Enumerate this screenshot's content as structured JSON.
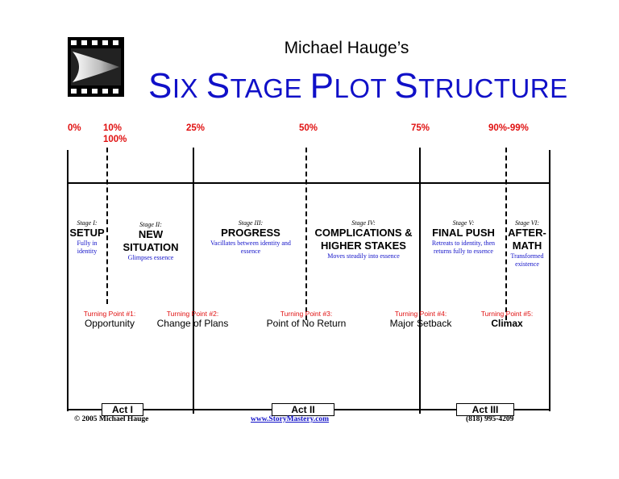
{
  "header": {
    "author": "Michael Hauge’s",
    "title_parts": [
      {
        "cap": "S",
        "rest": "IX "
      },
      {
        "cap": "S",
        "rest": "TAGE "
      },
      {
        "cap": "P",
        "rest": "LOT "
      },
      {
        "cap": "S",
        "rest": "TRUCTURE"
      }
    ]
  },
  "percents": [
    "0%",
    "10%",
    "100%",
    "25%",
    "50%",
    "75%",
    "90%-99%"
  ],
  "stages": [
    {
      "tag": "Stage I:",
      "name": "SETUP",
      "desc": "Fully in identity"
    },
    {
      "tag": "Stage II:",
      "name": "NEW SITUATION",
      "desc": "Glimpses essence"
    },
    {
      "tag": "Stage III:",
      "name": "PROGRESS",
      "desc": "Vacillates between identity and essence"
    },
    {
      "tag": "Stage IV:",
      "name": "COMPLICATIONS & HIGHER STAKES",
      "desc": "Moves steadily into essence"
    },
    {
      "tag": "Stage V:",
      "name": "FINAL PUSH",
      "desc": "Retreats to identity, then returns fully to essence"
    },
    {
      "tag": "Stage VI:",
      "name": "AFTER-MATH",
      "desc": "Transformed existence"
    }
  ],
  "turning_points": [
    {
      "tag": "Turning Point #1:",
      "name": "Opportunity"
    },
    {
      "tag": "Turning Point #2:",
      "name": "Change of Plans"
    },
    {
      "tag": "Turning Point #3:",
      "name": "Point of No Return"
    },
    {
      "tag": "Turning Point #4:",
      "name": "Major Setback"
    },
    {
      "tag": "Turning Point #5:",
      "name": "Climax"
    }
  ],
  "acts": [
    "Act I",
    "Act II",
    "Act III"
  ],
  "footer": {
    "copyright": "© 2005 Michael Hauge",
    "website": "www.StoryMastery.com",
    "phone": "(818) 995-4209"
  },
  "colors": {
    "title_blue": "#1010c8",
    "accent_red": "#e01010",
    "line": "#000000"
  },
  "icons": {
    "logo": "film-strip-logo-icon"
  }
}
